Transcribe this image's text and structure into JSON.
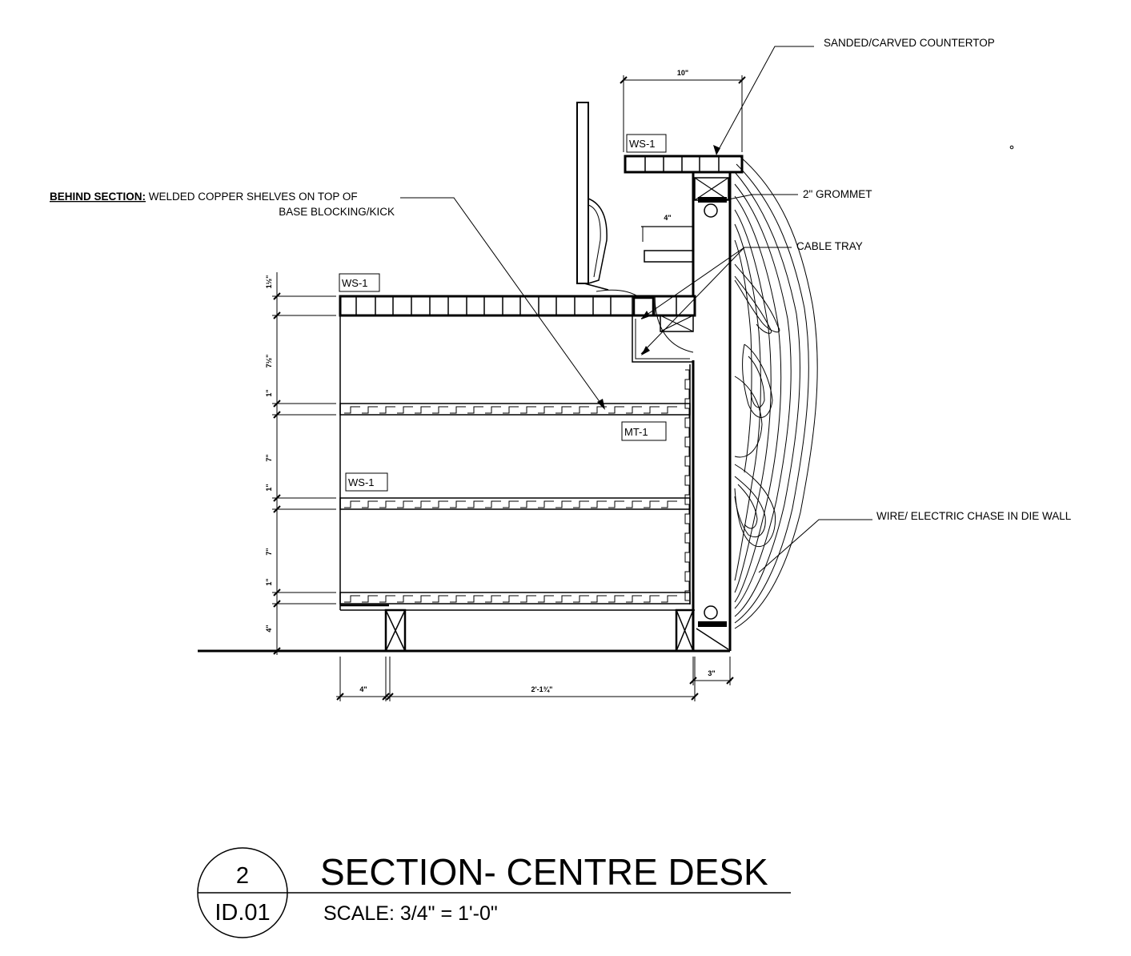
{
  "title": {
    "detail_number": "2",
    "sheet_number": "ID.01",
    "name": "SECTION- CENTRE DESK",
    "scale": "SCALE: 3/4\" = 1'-0\""
  },
  "callouts": {
    "countertop": "SANDED/CARVED COUNTERTOP",
    "grommet": "2\" GROMMET",
    "cable_tray": "CABLE TRAY",
    "behind_prefix": "BEHIND SECTION:",
    "behind_line1": " WELDED COPPER SHELVES ON TOP OF",
    "behind_line2": "BASE BLOCKING/KICK",
    "wire_chase": "WIRE/ ELECTRIC CHASE IN DIE WALL"
  },
  "material_tags": {
    "top_counter": "WS-1",
    "desk_top": "WS-1",
    "shelf_tag": "WS-1",
    "metal": "MT-1"
  },
  "dimensions": {
    "top_width": "10\"",
    "tray_width": "4\"",
    "vertical": [
      "1½\"",
      "7½\"",
      "1\"",
      "7\"",
      "1\"",
      "7\"",
      "1\"",
      "4\""
    ],
    "bottom_left": "4\"",
    "bottom_main": "2'-1¾\"",
    "bottom_right": "3\""
  }
}
